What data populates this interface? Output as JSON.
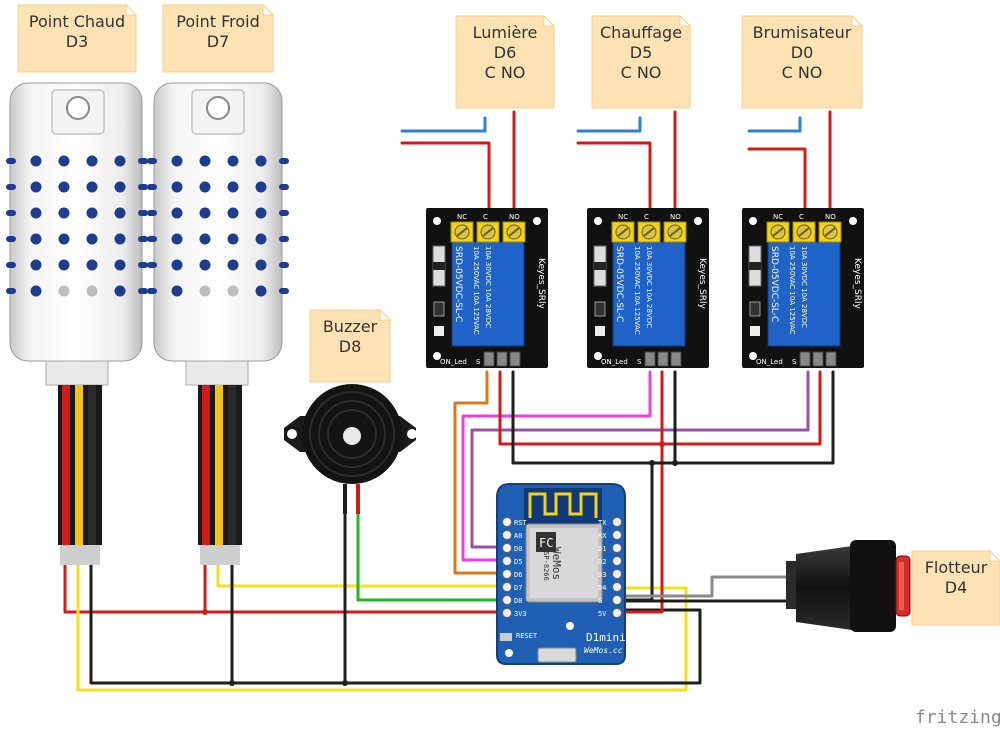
{
  "notes": {
    "point_chaud": [
      "Point Chaud",
      "D3"
    ],
    "point_froid": [
      "Point Froid",
      "D7"
    ],
    "lumiere": [
      "Lumière",
      "D6",
      "C NO"
    ],
    "chauffage": [
      "Chauffage",
      "D5",
      "C NO"
    ],
    "brumisateur": [
      "Brumisateur",
      "D0",
      "C NO"
    ],
    "buzzer": [
      "Buzzer",
      "D8"
    ],
    "flotteur": [
      "Flotteur",
      "D4"
    ]
  },
  "relay": {
    "terminals": [
      "NC",
      "C",
      "NO"
    ],
    "brand": "Keyes_SRly",
    "model": "SRD-05VDC-SL-C",
    "rating_1": "10A 250VAC",
    "rating_2": "10A 125VAC",
    "rating_3": "10A 30VDC",
    "rating_4": "10A 28VDC",
    "led_label": "ON_Led",
    "pin_s": "S"
  },
  "board": {
    "name": "D1mini",
    "maker": "WeMos.cc",
    "logo": "WeMos",
    "module": "ESP-8266",
    "reset": "RESET",
    "pins_left": [
      "RST",
      "A0",
      "D0",
      "D5",
      "D6",
      "D7",
      "D8",
      "3V3"
    ],
    "pins_right": [
      "TX",
      "RX",
      "D1",
      "D2",
      "D3",
      "D4",
      "G",
      "5V"
    ]
  },
  "watermark": "fritzing",
  "colors": {
    "wire_red": "#d11a1a",
    "wire_black": "#1e1e1e",
    "wire_yellow": "#f2e21b",
    "wire_green": "#26b526",
    "wire_blue": "#2f7fd6",
    "wire_orange": "#d87a1c",
    "wire_magenta": "#ee3fe0",
    "wire_purple": "#9a4fa5",
    "wire_gray": "#8a8a8a",
    "note_fill": "#fde3b4",
    "relay_blue": "#1f63c8",
    "board_blue": "#1f5fb4"
  }
}
